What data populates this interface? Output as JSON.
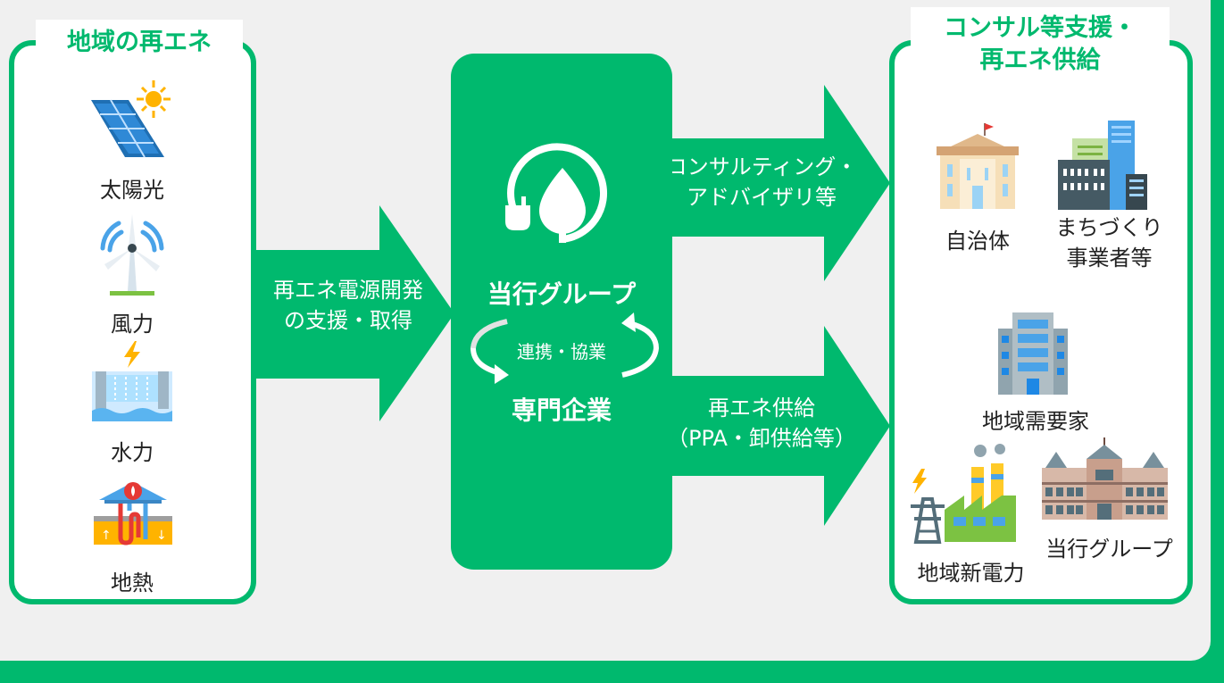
{
  "left_box": {
    "title": "地域の再エネ",
    "items": [
      {
        "label": "太陽光",
        "icon": "solar-panel-icon"
      },
      {
        "label": "風力",
        "icon": "wind-turbine-icon"
      },
      {
        "label": "水力",
        "icon": "hydro-dam-icon"
      },
      {
        "label": "地熱",
        "icon": "geothermal-icon"
      }
    ]
  },
  "arrow_left": {
    "line1": "再エネ電源開発",
    "line2": "の支援・取得"
  },
  "center": {
    "icon": "leaf-plug-icon",
    "top_label": "当行グループ",
    "cycle_label": "連携・協業",
    "bottom_label": "専門企業"
  },
  "arrow_top": {
    "line1": "コンサルティング・",
    "line2": "アドバイザリ等"
  },
  "arrow_bottom": {
    "line1": "再エネ供給",
    "line2": "（PPA・卸供給等）"
  },
  "right_box": {
    "title_line1": "コンサル等支援・",
    "title_line2": "再エネ供給",
    "items": [
      {
        "label": "自治体",
        "icon": "city-hall-icon"
      },
      {
        "label_line1": "まちづくり",
        "label_line2": "事業者等",
        "icon": "office-towers-icon"
      },
      {
        "label": "地域需要家",
        "icon": "office-building-icon"
      },
      {
        "label": "地域新電力",
        "icon": "power-plant-icon"
      },
      {
        "label": "当行グループ",
        "icon": "historic-building-icon"
      }
    ]
  },
  "colors": {
    "accent": "#00b96e",
    "background": "#f0f0f0",
    "panel_white": "#ffffff"
  }
}
